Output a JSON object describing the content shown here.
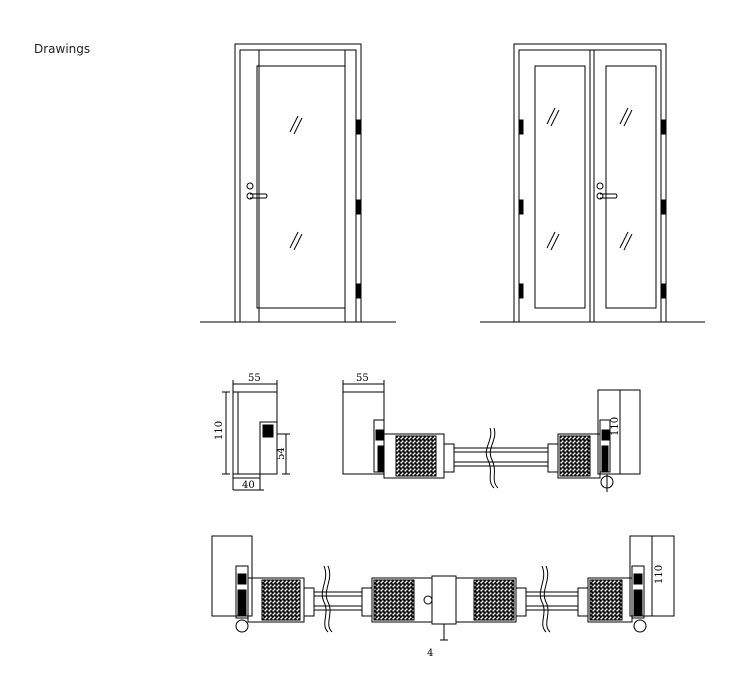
{
  "page": {
    "heading": "Drawings"
  },
  "dimensions": {
    "frame_width": "55",
    "frame_depth": "110",
    "rebate_depth": "54",
    "frame_base": "40",
    "single_section_frame_width": "55",
    "single_section_depth": "110",
    "double_section_depth": "110",
    "center_mark": "4"
  },
  "colors": {
    "line": "#000000",
    "background": "#ffffff"
  }
}
